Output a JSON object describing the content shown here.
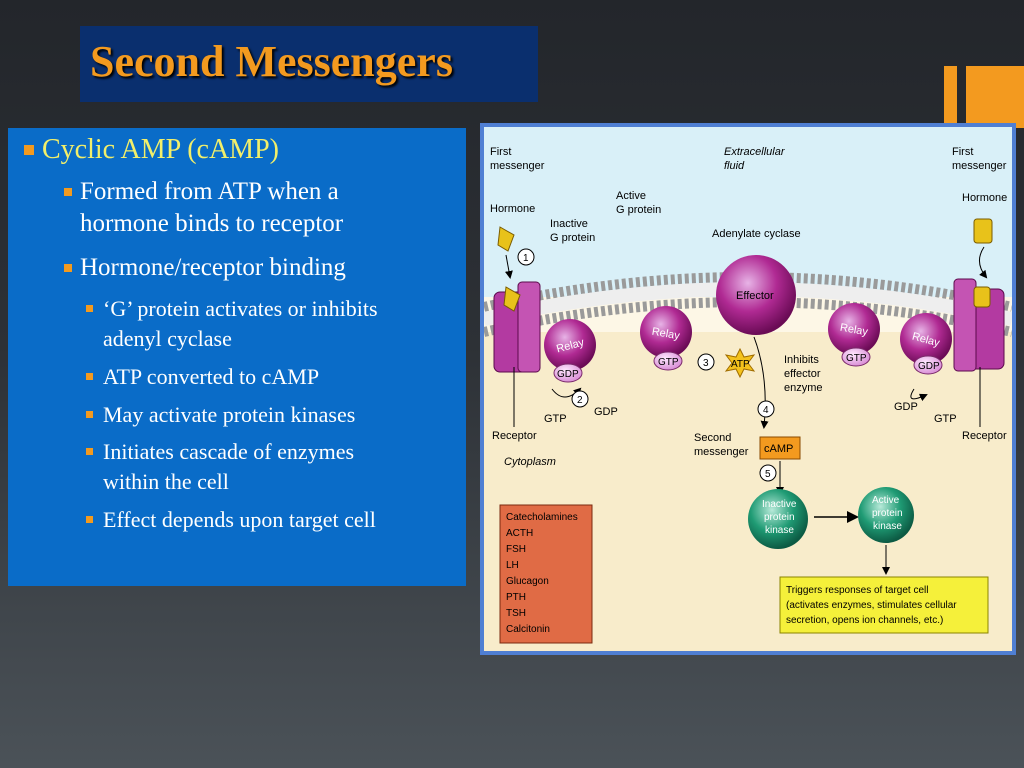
{
  "slide": {
    "title": "Second Messengers"
  },
  "bullets": {
    "l1": "Cyclic AMP (cAMP)",
    "l2a_line1": "Formed from ATP when a",
    "l2a_line2": "hormone binds to receptor",
    "l2b": "Hormone/receptor binding",
    "l3a_line1": "‘G’ protein activates or inhibits",
    "l3a_line2": "adenyl cyclase",
    "l3b": "ATP converted to cAMP",
    "l3c": "May activate protein kinases",
    "l3d_line1": "Initiates cascade of enzymes",
    "l3d_line2": "within the cell",
    "l3e": "Effect depends upon target cell"
  },
  "diagram": {
    "first_messenger_left_1": "First",
    "first_messenger_left_2": "messenger",
    "extracellular_1": "Extracellular",
    "extracellular_2": "fluid",
    "first_messenger_right_1": "First",
    "first_messenger_right_2": "messenger",
    "hormone_left": "Hormone",
    "hormone_right": "Hormone",
    "inactive_g_1": "Inactive",
    "inactive_g_2": "G protein",
    "active_g_1": "Active",
    "active_g_2": "G protein",
    "adenylate_cyclase": "Adenylate cyclase",
    "effector": "Effector",
    "relay": "Relay",
    "gdp": "GDP",
    "gtp": "GTP",
    "atp": "ATP",
    "inhibits_1": "Inhibits",
    "inhibits_2": "effector",
    "inhibits_3": "enzyme",
    "receptor": "Receptor",
    "cytoplasm": "Cytoplasm",
    "second_messenger_1": "Second",
    "second_messenger_2": "messenger",
    "camp": "cAMP",
    "inactive_pk_1": "Inactive",
    "inactive_pk_2": "protein",
    "inactive_pk_3": "kinase",
    "active_pk_1": "Active",
    "active_pk_2": "protein",
    "active_pk_3": "kinase",
    "hormones_list": [
      "Catecholamines",
      "ACTH",
      "FSH",
      "LH",
      "Glucagon",
      "PTH",
      "TSH",
      "Calcitonin"
    ],
    "triggers_1": "Triggers responses of target cell",
    "triggers_2": "(activates enzymes, stimulates cellular",
    "triggers_3": "secretion, opens ion channels, etc.)",
    "step_1": "1",
    "step_2": "2",
    "step_3": "3",
    "step_4": "4",
    "step_5": "5"
  },
  "colors": {
    "accent": "#f39a1f",
    "title_bg": "#0a2f6e",
    "panel_bg": "#0a6cc8",
    "heading_text": "#f2ef6a",
    "diagram_border": "#4f7fd3"
  }
}
